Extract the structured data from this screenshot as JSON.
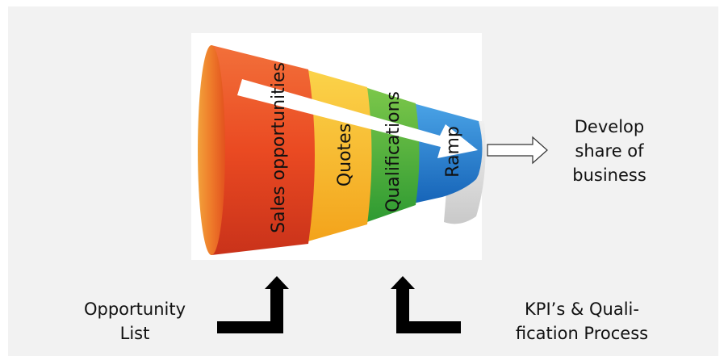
{
  "stages": [
    {
      "label": "Sales opportunities",
      "color": "#e8462a"
    },
    {
      "label": "Quotes",
      "color": "#f5b41c"
    },
    {
      "label": "Qualifications",
      "color": "#3caa3c"
    },
    {
      "label": "Ramp",
      "color": "#1f7ed1"
    }
  ],
  "outcome": {
    "lines": [
      "Develop",
      "share of",
      "business"
    ]
  },
  "inputs": {
    "left": {
      "lines": [
        "Opportunity",
        "List"
      ]
    },
    "right": {
      "lines": [
        "KPI’s & Quali-",
        "fication Process"
      ]
    }
  }
}
